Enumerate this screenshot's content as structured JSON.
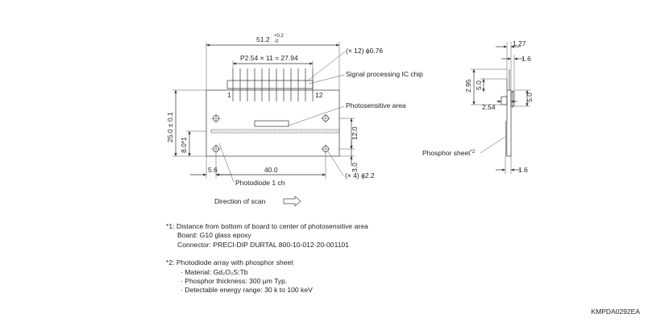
{
  "front_view": {
    "overall_width": "51.2",
    "overall_width_tol_upper": "+0.2",
    "overall_width_tol_lower": "-0",
    "pitch": "P2.54 × 11 = 27.94",
    "pin_spec": "(× 12) ϕ0.76",
    "ic_chip_label": "Signal processing IC chip",
    "pin_first": "1",
    "pin_last": "12",
    "photosensitive_label": "Photosensitive area",
    "height": "25.0 ± 0.1",
    "sensor_offset": "8.0*1",
    "dim_12": "12.0",
    "dim_3": "3.0",
    "dim_5_6": "5.6",
    "dim_40": "40.0",
    "hole_spec": "(× 4)  ϕ2.2",
    "photodiode_label": "Photodiode 1 ch",
    "scan_label": "Direction of scan"
  },
  "side_view": {
    "dim_1_27": "1.27",
    "dim_1_6_top": "1.6",
    "dim_2_95": "2.95",
    "dim_5_0_left": "5.0",
    "dim_2_54": "2.54",
    "dim_5_0_right": "5.0",
    "phosphor_label": "Phosphor sheet",
    "phosphor_note": "*2",
    "dim_1_6_bottom": "1.6"
  },
  "notes": {
    "n1_line1": "*1: Distance from bottom of board to center of photosensitive area",
    "n1_line2": "Board: G10 glass epoxy",
    "n1_line3": "Connector: PRECI-DIP DURTAL 800-10-012-20-001101",
    "n2_line1": "*2: Photodiode array with phosphor sheet",
    "n2_line2": "· Material: Gd₂O₂S:Tb",
    "n2_line3": "· Phosphor thickness: 300 μm Typ.",
    "n2_line4": "· Detectable energy range: 30 k to 100 keV"
  },
  "code": "KMPDA0292EA"
}
